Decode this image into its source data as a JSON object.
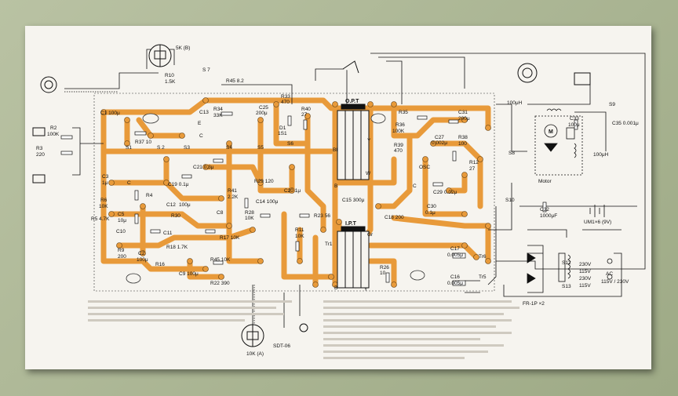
{
  "board": {
    "trace_color": "#e89a3a",
    "ink_color": "#111111",
    "paper_color": "#f6f4ef",
    "background_color": "#a9b393"
  },
  "labels": {
    "vr_b": "5K (B)",
    "vr_a": "10K (A)",
    "r10": "R10",
    "r10v": "1.5K",
    "s7": "S 7",
    "r45top": "R45 8.2",
    "r2": "R2",
    "r2v": "100K",
    "r3": "R3",
    "r3v": "220",
    "c1": "C1 100μ",
    "r37": "R37 10",
    "s1": "S1",
    "s2": "S 2",
    "s3": "S3",
    "s4": "S4",
    "s5": "S5",
    "s6": "S6",
    "c13": "C13",
    "r34": "R34",
    "r34v": "33K",
    "c25": "C25",
    "c25v": "200μ",
    "r33": "R33",
    "r33v": "470",
    "opt": "O.P.T",
    "ipt": "I.P.T",
    "r35": "R35",
    "r36": "R36",
    "r36v": "100K",
    "c31": "C31",
    "c31v": "200μ",
    "c27": "C27",
    "c27v": "0.002μ",
    "r39": "R39",
    "r39v": "470",
    "r38": "R38",
    "r38v": "100",
    "osc": "OSC",
    "r12": "R12",
    "r12v": "27",
    "c29": "C29",
    "c29v": "0.02μ",
    "c30": "C30",
    "c30v": "0.1μ",
    "c32": "C32",
    "c32v": "1000μF",
    "c33": "C33",
    "c33v": "100μ",
    "c35": "C35 0.001μ",
    "l100a": "100μH",
    "l100b": "100μH",
    "motor": "Motor",
    "m": "M",
    "s8": "S8",
    "s9": "S9",
    "s10": "S10",
    "s12": "S12",
    "s13": "S13",
    "battery": "UM1×6 (9V)",
    "ac": "AC",
    "acv": "115V / 230V",
    "v230a": "230V",
    "v115a": "115V",
    "v230b": "230V",
    "v115b": "115V",
    "fr": "FR-1P ×2",
    "c15": "C15 300μ",
    "r23": "R23 56",
    "c18": "C18 200",
    "c20": "C20 1μ",
    "r29": "R29 120",
    "c14": "C14 100μ",
    "r28": "R28",
    "r28v": "10K",
    "c17": "C17",
    "c17v": "0.005μ",
    "c16": "C16",
    "c16v": "0.005μ",
    "tr6": "Tr6",
    "tr5": "Tr5",
    "tr1": "Tr1",
    "r26": "R26",
    "r26v": "10",
    "r22": "R22 390",
    "r45": "R45 10K",
    "r17": "R17 10K",
    "c3": "C3",
    "c3v": "1μ",
    "r6": "R6",
    "r6v": "10K",
    "r5": "R5 4.7K",
    "c5": "C5",
    "c5v": "10μ",
    "c10": "C10",
    "r9": "R9",
    "r9v": "200",
    "c2": "C2",
    "c2v": "100μ",
    "r16": "R16",
    "c11": "C11",
    "r18": "R18 1.7K",
    "c9": "C9 100μ",
    "c19": "C19 0.1μ",
    "c21": "C21 0.3μ",
    "c12": "C12",
    "c12v": "100μ",
    "r30": "R30",
    "r41": "R41",
    "r41v": "2.2K",
    "sdt": "SDT-06",
    "b": "B",
    "c": "C",
    "e": "E",
    "y": "Y",
    "w": "W",
    "gr": "Gr",
    "bl": "Bl",
    "r40": "R40",
    "r40v": "27",
    "r11": "R11",
    "r11v": "10K",
    "d1": "D1",
    "d1v": "1S1",
    "c8": "C8",
    "r4": "R4"
  }
}
